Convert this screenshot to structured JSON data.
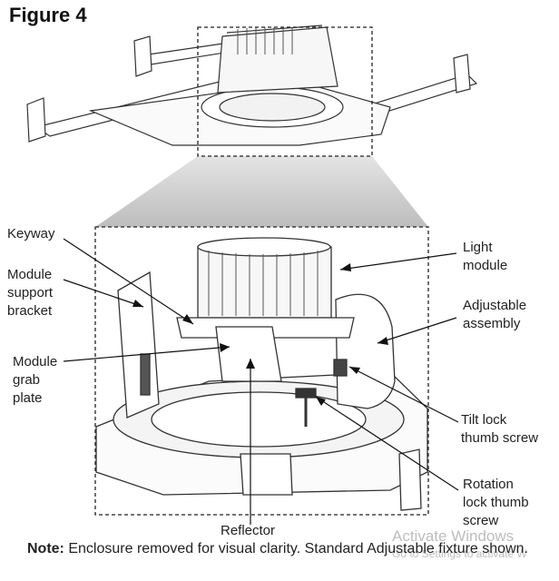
{
  "figure_title": "Figure 4",
  "labels": {
    "keyway": "Keyway",
    "module_support_bracket": [
      "Module",
      "support",
      "bracket"
    ],
    "module_grab_plate": [
      "Module",
      "grab",
      "plate"
    ],
    "light_module": [
      "Light",
      "module"
    ],
    "adjustable_assembly": [
      "Adjustable",
      "assembly"
    ],
    "tilt_lock": [
      "Tilt lock",
      "thumb screw"
    ],
    "rotation_lock": [
      "Rotation",
      "lock thumb",
      "screw"
    ],
    "reflector": "Reflector"
  },
  "note": {
    "prefix": "Note:",
    "text": "Enclosure removed for visual clarity. Standard Adjustable fixture shown."
  },
  "watermark": {
    "line1": "Activate Windows",
    "line2": "Go to Settings to activate W"
  }
}
